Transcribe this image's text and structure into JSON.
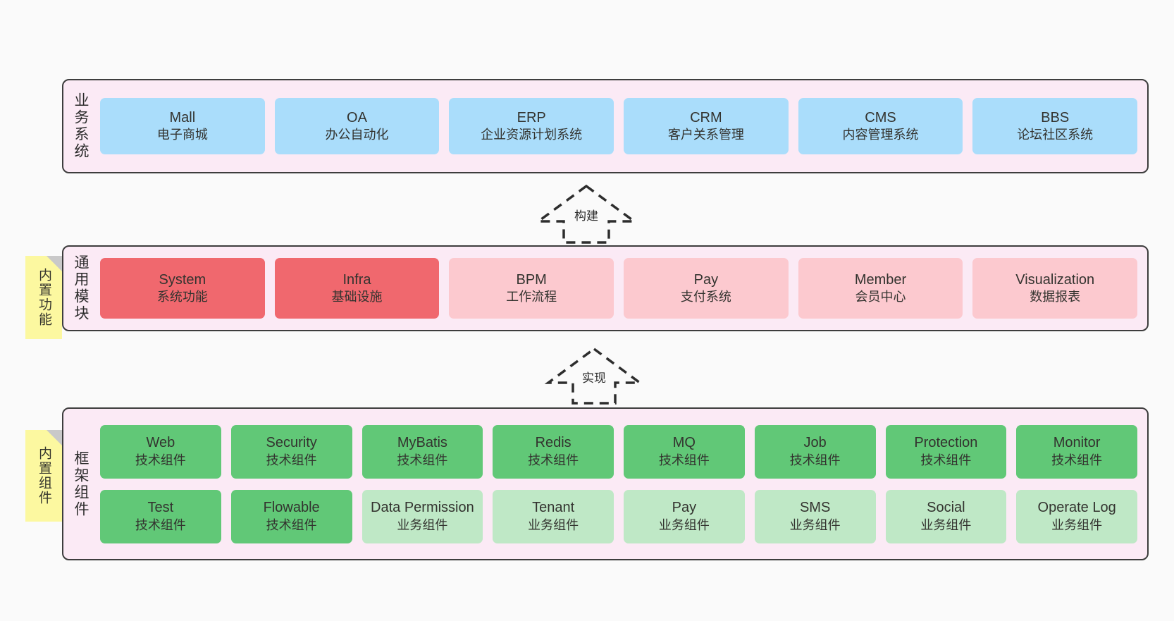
{
  "diagram": {
    "title_layer1": "业务系统",
    "title_layer2": "通用模块",
    "title_layer3": "框架组件",
    "sticky_functions": "内置功能",
    "sticky_components": "内置组件",
    "connector_build": "构建",
    "connector_implement": "实现",
    "colors": {
      "canvas": "#fafafa",
      "layer_bg": "#fbeaf5",
      "layer_border": "#3d3d3d",
      "business_card": "#aaddfb",
      "module_strong": "#f0686e",
      "module_light": "#fcc9cf",
      "framework_tech": "#61c877",
      "framework_business": "#bfe8c6",
      "sticky_note": "#fcf8a0"
    }
  },
  "business_systems": [
    {
      "en": "Mall",
      "cn": "电子商城"
    },
    {
      "en": "OA",
      "cn": "办公自动化"
    },
    {
      "en": "ERP",
      "cn": "企业资源计划系统"
    },
    {
      "en": "CRM",
      "cn": "客户关系管理"
    },
    {
      "en": "CMS",
      "cn": "内容管理系统"
    },
    {
      "en": "BBS",
      "cn": "论坛社区系统"
    }
  ],
  "common_modules": [
    {
      "en": "System",
      "cn": "系统功能",
      "style": "strong"
    },
    {
      "en": "Infra",
      "cn": "基础设施",
      "style": "strong"
    },
    {
      "en": "BPM",
      "cn": "工作流程",
      "style": "light"
    },
    {
      "en": "Pay",
      "cn": "支付系统",
      "style": "light"
    },
    {
      "en": "Member",
      "cn": "会员中心",
      "style": "light"
    },
    {
      "en": "Visualization",
      "cn": "数据报表",
      "style": "light"
    }
  ],
  "framework_row1": [
    {
      "en": "Web",
      "cn": "技术组件",
      "style": "tech"
    },
    {
      "en": "Security",
      "cn": "技术组件",
      "style": "tech"
    },
    {
      "en": "MyBatis",
      "cn": "技术组件",
      "style": "tech"
    },
    {
      "en": "Redis",
      "cn": "技术组件",
      "style": "tech"
    },
    {
      "en": "MQ",
      "cn": "技术组件",
      "style": "tech"
    },
    {
      "en": "Job",
      "cn": "技术组件",
      "style": "tech"
    },
    {
      "en": "Protection",
      "cn": "技术组件",
      "style": "tech"
    },
    {
      "en": "Monitor",
      "cn": "技术组件",
      "style": "tech"
    }
  ],
  "framework_row2": [
    {
      "en": "Test",
      "cn": "技术组件",
      "style": "tech"
    },
    {
      "en": "Flowable",
      "cn": "技术组件",
      "style": "tech"
    },
    {
      "en": "Data Permission",
      "cn": "业务组件",
      "style": "business"
    },
    {
      "en": "Tenant",
      "cn": "业务组件",
      "style": "business"
    },
    {
      "en": "Pay",
      "cn": "业务组件",
      "style": "business"
    },
    {
      "en": "SMS",
      "cn": "业务组件",
      "style": "business"
    },
    {
      "en": "Social",
      "cn": "业务组件",
      "style": "business"
    },
    {
      "en": "Operate Log",
      "cn": "业务组件",
      "style": "business"
    }
  ]
}
